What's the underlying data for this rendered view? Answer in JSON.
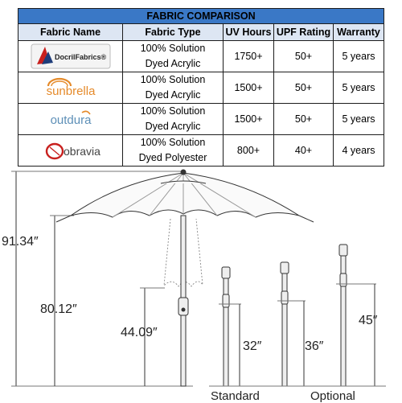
{
  "table": {
    "title": "FABRIC COMPARISON",
    "headers": [
      "Fabric Name",
      "Fabric Type",
      "UV Hours",
      "UPF Rating",
      "Warranty"
    ],
    "rows": [
      {
        "brand": "DocrilFabrics®",
        "type_line1": "100% Solution",
        "type_line2": "Dyed Acrylic",
        "uv_hours": "1750+",
        "upf": "50+",
        "warranty": "5 years"
      },
      {
        "brand": "sunbrella",
        "type_line1": "100% Solution",
        "type_line2": "Dyed Acrylic",
        "uv_hours": "1500+",
        "upf": "50+",
        "warranty": "5 years"
      },
      {
        "brand": "outdura",
        "type_line1": "100% Solution",
        "type_line2": "Dyed Acrylic",
        "uv_hours": "1500+",
        "upf": "50+",
        "warranty": "5 years"
      },
      {
        "brand": "obravia",
        "type_line1": "100% Solution",
        "type_line2": "Dyed Polyester",
        "uv_hours": "800+",
        "upf": "40+",
        "warranty": "4 years"
      }
    ]
  },
  "diagram": {
    "dimensions": {
      "overall_height": "91.34″",
      "pole_height": "80.12″",
      "closed_height": "44.09″",
      "standard_base": "32″",
      "base_mid": "36″",
      "optional_base": "45″"
    },
    "captions": {
      "standard": "Standard",
      "optional": "Optional"
    }
  },
  "colors": {
    "title_bg": "#3a78c6",
    "header_bg": "#dde6f3",
    "docril_red": "#c8201e",
    "sunbrella_orange": "#e58a2a",
    "outdura_blue": "#5d8fb7",
    "obravia_red": "#c8201e"
  }
}
